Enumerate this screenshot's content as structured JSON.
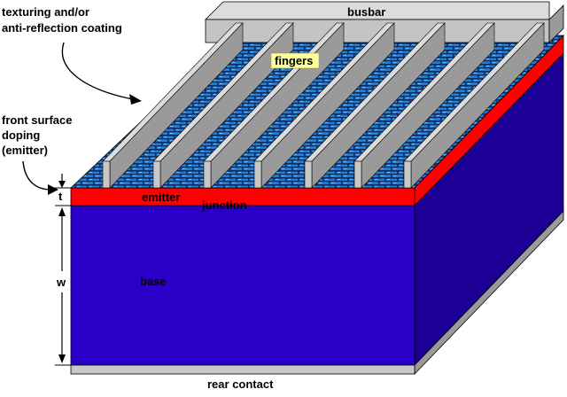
{
  "labels": {
    "texturing_line1": "texturing and/or",
    "texturing_line2": "anti-reflection coating",
    "front_line1": "front surface",
    "front_line2": "doping",
    "front_line3": "(emitter)",
    "busbar": "busbar",
    "fingers": "fingers",
    "emitter": "emitter",
    "junction": "junction",
    "base": "base",
    "rear_contact": "rear contact",
    "dim_t": "t",
    "dim_w": "w"
  },
  "colors": {
    "base_front": "#2a00c9",
    "base_side": "#1c0096",
    "emitter_layer": "#ff0000",
    "texture_blue": "#1f7fd6",
    "texture_dark": "#0b2f64",
    "metal_top": "#dcdcdc",
    "metal_side": "#9a9a9a",
    "rear_contact": "#c8c8c8",
    "fingers_highlight": "#ffff99"
  }
}
